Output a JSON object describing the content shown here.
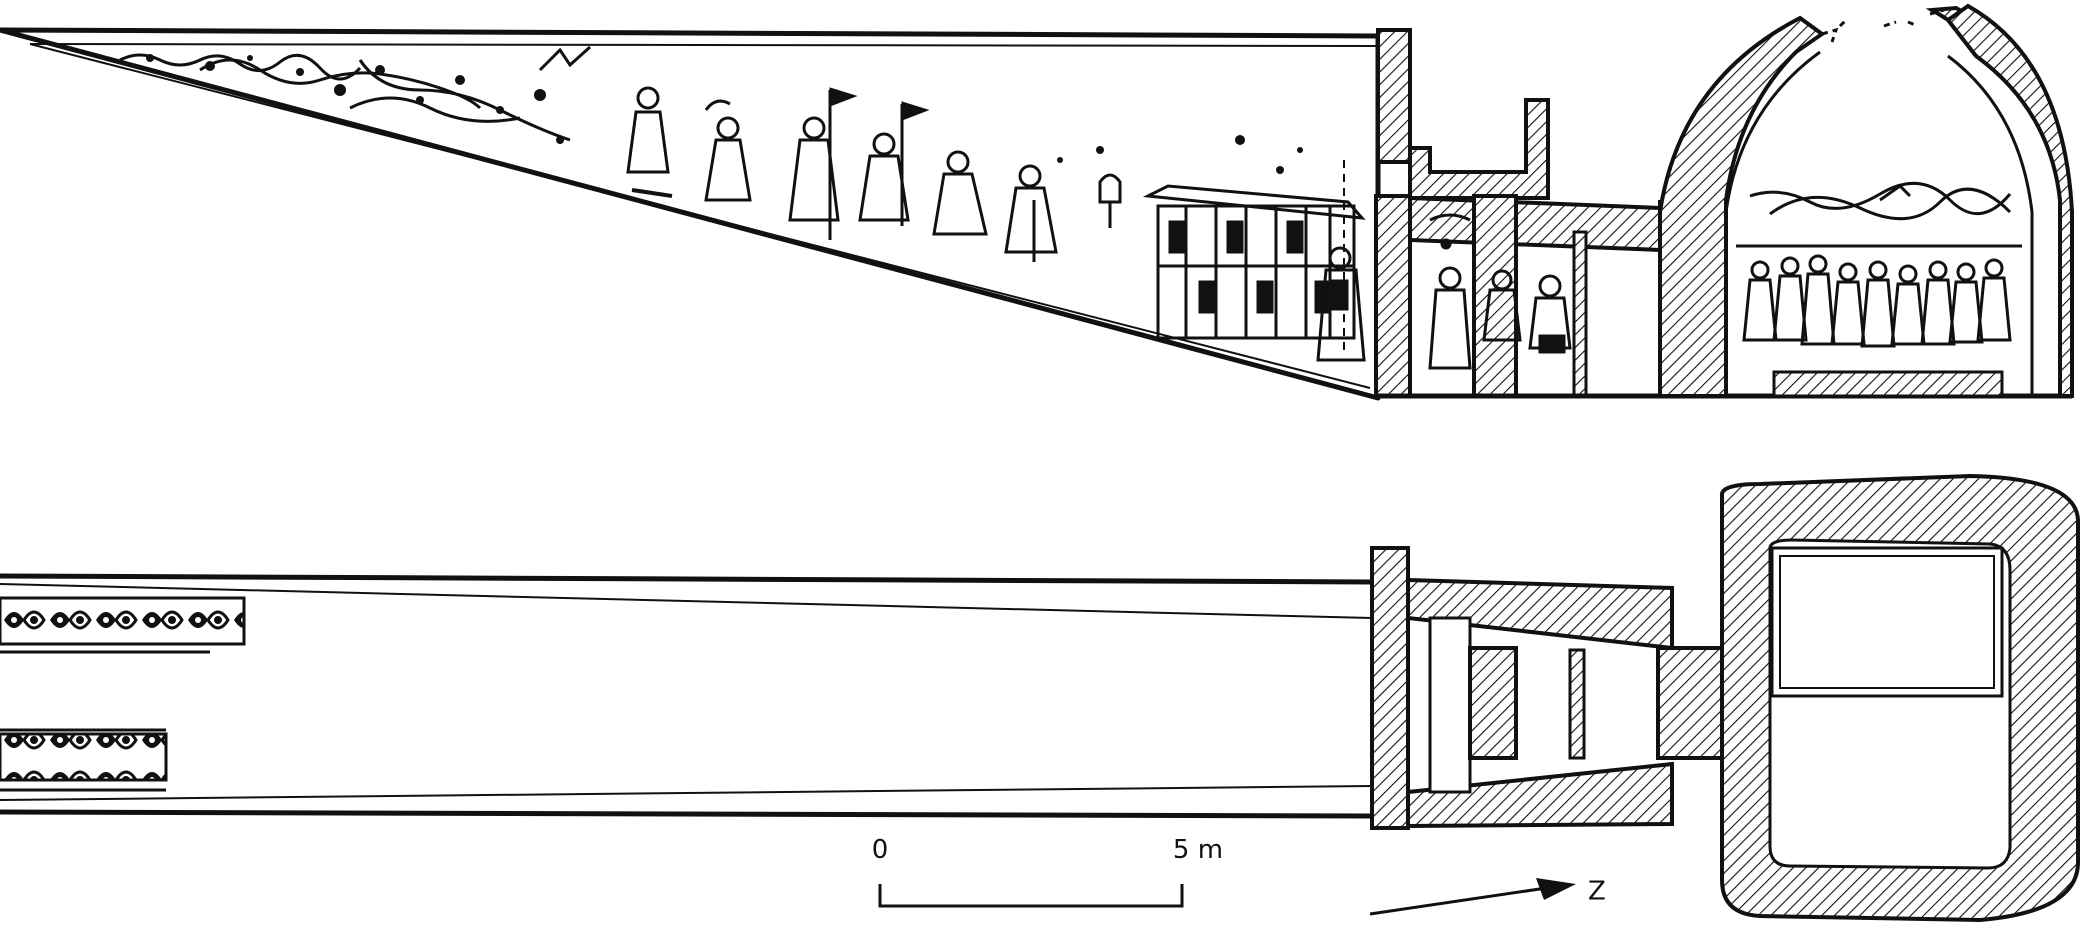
{
  "scale_bar": {
    "start_label": "0",
    "end_label": "5 m"
  },
  "north_arrow": {
    "label": "Z"
  },
  "colors": {
    "ink": "#111111",
    "paper": "#ffffff"
  },
  "views": {
    "section": "longitudinal-section-with-murals",
    "plan": "ground-plan"
  }
}
